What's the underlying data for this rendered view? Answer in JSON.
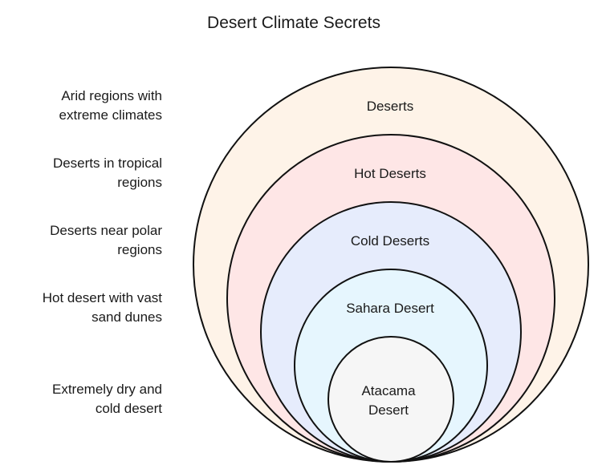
{
  "title": "Desert Climate Secrets",
  "levels": [
    {
      "label": "Deserts",
      "description": "Arid regions with extreme climates",
      "color": "#fef3e8"
    },
    {
      "label": "Hot Deserts",
      "description": "Deserts in tropical regions",
      "color": "#fee6e6"
    },
    {
      "label": "Cold Deserts",
      "description": "Deserts near polar regions",
      "color": "#e6ecfc"
    },
    {
      "label": "Sahara Desert",
      "description": "Hot desert with vast sand dunes",
      "color": "#e6f6fe"
    },
    {
      "label": "Atacama Desert",
      "description": "Extremely dry and cold desert",
      "color": "#f6f6f6"
    }
  ]
}
